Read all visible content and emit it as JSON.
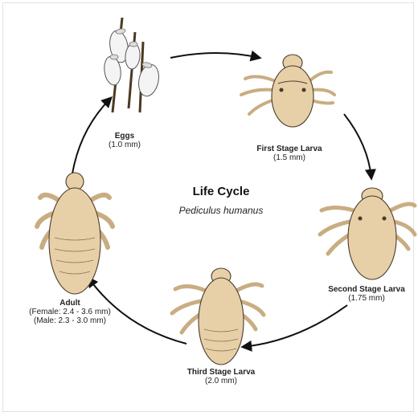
{
  "diagram": {
    "title": "Life Cycle",
    "subtitle": "Pediculus humanus",
    "colors": {
      "body_fill": "#e7cfa8",
      "outline": "#4a3a2a",
      "arrow": "#111111",
      "egg": "#f4f4f4",
      "hair": "#4b3a22"
    },
    "stages": [
      {
        "name": "Eggs",
        "size": "(1.0 mm)"
      },
      {
        "name": "First Stage Larva",
        "size": "(1.5 mm)"
      },
      {
        "name": "Second Stage Larva",
        "size": "(1.75 mm)"
      },
      {
        "name": "Third Stage Larva",
        "size": "(2.0 mm)"
      },
      {
        "name": "Adult",
        "size_female": "(Female: 2.4 - 3.6 mm)",
        "size_male": "(Male: 2.3 - 3.0 mm)"
      }
    ]
  }
}
